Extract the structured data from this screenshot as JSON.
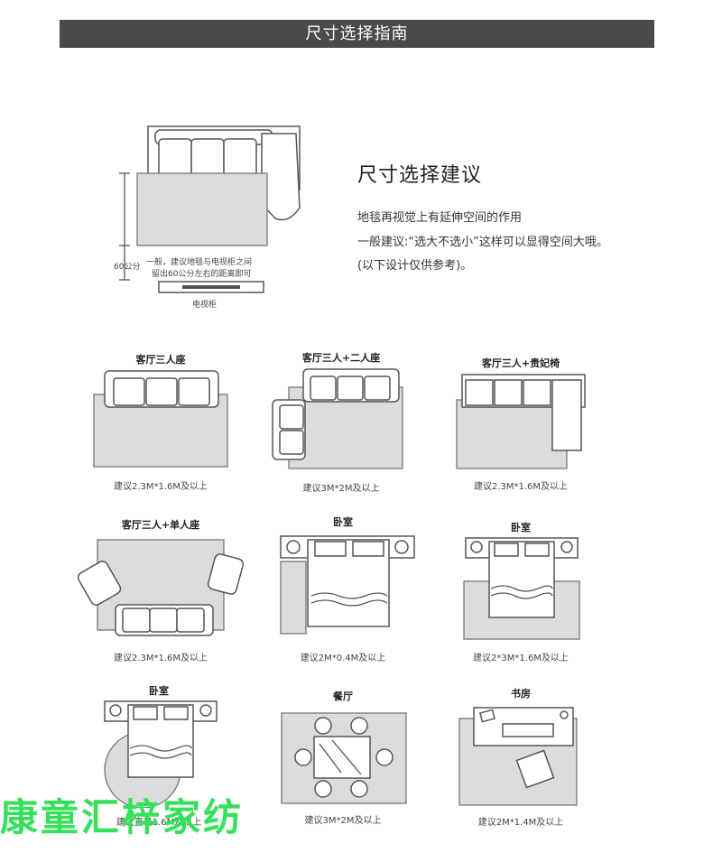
{
  "banner": {
    "title": "尺寸选择指南"
  },
  "intro": {
    "title": "尺寸选择建议",
    "lines": [
      "地毯再视觉上有延伸空间的作用",
      "一般建议:“选大不选小”这样可以显得空间大哦。",
      "(以下设计仅供参考)。"
    ]
  },
  "top_diagram": {
    "dim_label": "60公分",
    "note_line1": "一般，建议地毯与电视柜之间",
    "note_line2": "留出60公分左右的距离即可",
    "tv_label": "电视柜"
  },
  "panels": [
    {
      "title": "客厅三人座",
      "caption": "建议2.3M*1.6M及以上"
    },
    {
      "title": "客厅三人+二人座",
      "caption": "建议3M*2M及以上"
    },
    {
      "title": "客厅三人+贵妃椅",
      "caption": "建议2.3M*1.6M及以上"
    },
    {
      "title": "客厅三人+单人座",
      "caption": "建议2.3M*1.6M及以上"
    },
    {
      "title": "卧室",
      "caption": "建议2M*0.4M及以上"
    },
    {
      "title": "卧室",
      "caption": "建议2*3M*1.6M及以上"
    },
    {
      "title": "卧室",
      "caption": "建议直径1.6M及以上"
    },
    {
      "title": "餐厅",
      "caption": "建议3M*2M及以上"
    },
    {
      "title": "书房",
      "caption": "建议2M*1.4M及以上"
    }
  ],
  "watermark": "康童汇梓家纺"
}
